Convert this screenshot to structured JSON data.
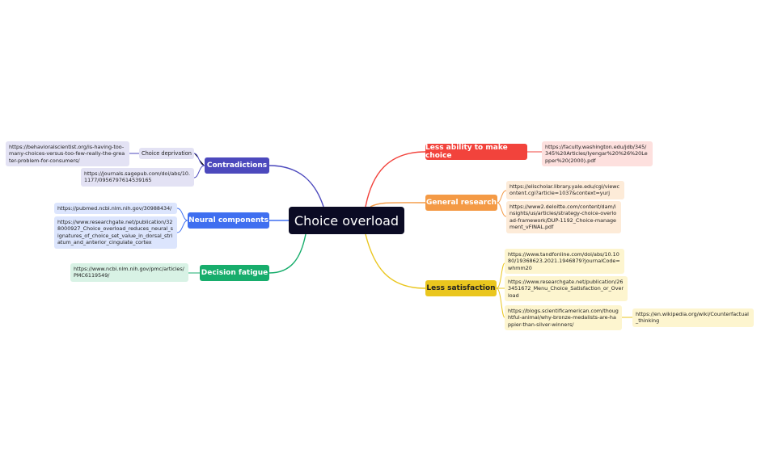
{
  "central": "Choice overload",
  "branches": {
    "less_ability": {
      "label": "Less ability to make choice",
      "color": "#f2433c",
      "links": [
        "https://faculty.washington.edu/jdb/345/345%20Articles/Iyengar%20%26%20Lepper%20(2000).pdf"
      ]
    },
    "general_research": {
      "label": "General research",
      "color": "#f49a45",
      "links": [
        "https://elischolar.library.yale.edu/cgi/viewcontent.cgi?article=1037&context=yurj",
        "https://www2.deloitte.com/content/dam/insights/us/articles/strategy-choice-overload-framework/DUP-1192_Choice-management_vFINAL.pdf"
      ]
    },
    "less_satisfaction": {
      "label": "Less satisfaction",
      "color": "#eac61e",
      "links": [
        "https://www.tandfonline.com/doi/abs/10.1080/19368623.2021.1946879?journalCode=whmm20",
        "https://www.researchgate.net/publication/263451672_Menu_Choice_Satisfaction_or_Overload",
        "https://blogs.scientificamerican.com/thoughtful-animal/why-bronze-medalists-are-happier-than-silver-winners/"
      ],
      "sublink": "https://en.wikipedia.org/wiki/Counterfactual_thinking"
    },
    "contradictions": {
      "label": "Contradictions",
      "color": "#4c49bd",
      "sub_label": "Choice deprivation",
      "sub_link": "https://behavioralscientist.org/is-having-too-many-choices-versus-too-few-really-the-greater-problem-for-consumers/",
      "links": [
        "https://journals.sagepub.com/doi/abs/10.1177/0956797614539165"
      ]
    },
    "neural": {
      "label": "Neural components",
      "color": "#3f6ff0",
      "links": [
        "https://pubmed.ncbi.nlm.nih.gov/30988434/",
        "https://www.researchgate.net/publication/328000927_Choice_overload_reduces_neural_signatures_of_choice_set_value_in_dorsal_striatum_and_anterior_cingulate_cortex"
      ]
    },
    "decision_fatigue": {
      "label": "Decision fatigue",
      "color": "#17ad6c",
      "links": [
        "https://www.ncbi.nlm.nih.gov/pmc/articles/PMC6119549/"
      ]
    }
  }
}
